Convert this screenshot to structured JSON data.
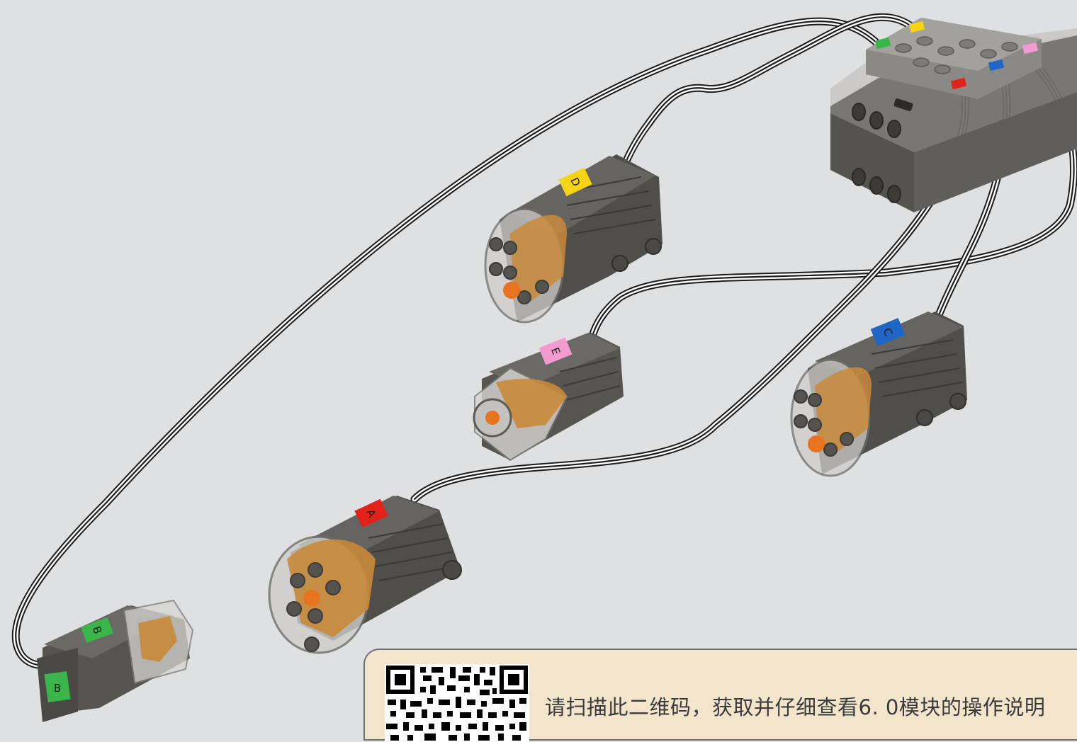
{
  "ports": [
    {
      "id": "A",
      "color": "#e3211b"
    },
    {
      "id": "B",
      "color": "#39b54a"
    },
    {
      "id": "C",
      "color": "#1f66c6"
    },
    {
      "id": "D",
      "color": "#f5d317"
    },
    {
      "id": "E",
      "color": "#f29bd1"
    }
  ],
  "motors": {
    "A": {
      "label": "A",
      "type": "large"
    },
    "B": {
      "label": "B",
      "type": "small"
    },
    "C": {
      "label": "C",
      "type": "medium"
    },
    "D": {
      "label": "D",
      "type": "medium"
    },
    "E": {
      "label": "E",
      "type": "small-medium"
    }
  },
  "footer": {
    "text": "请扫描此二维码，获取并仔细查看6. 0模块的操作说明"
  }
}
